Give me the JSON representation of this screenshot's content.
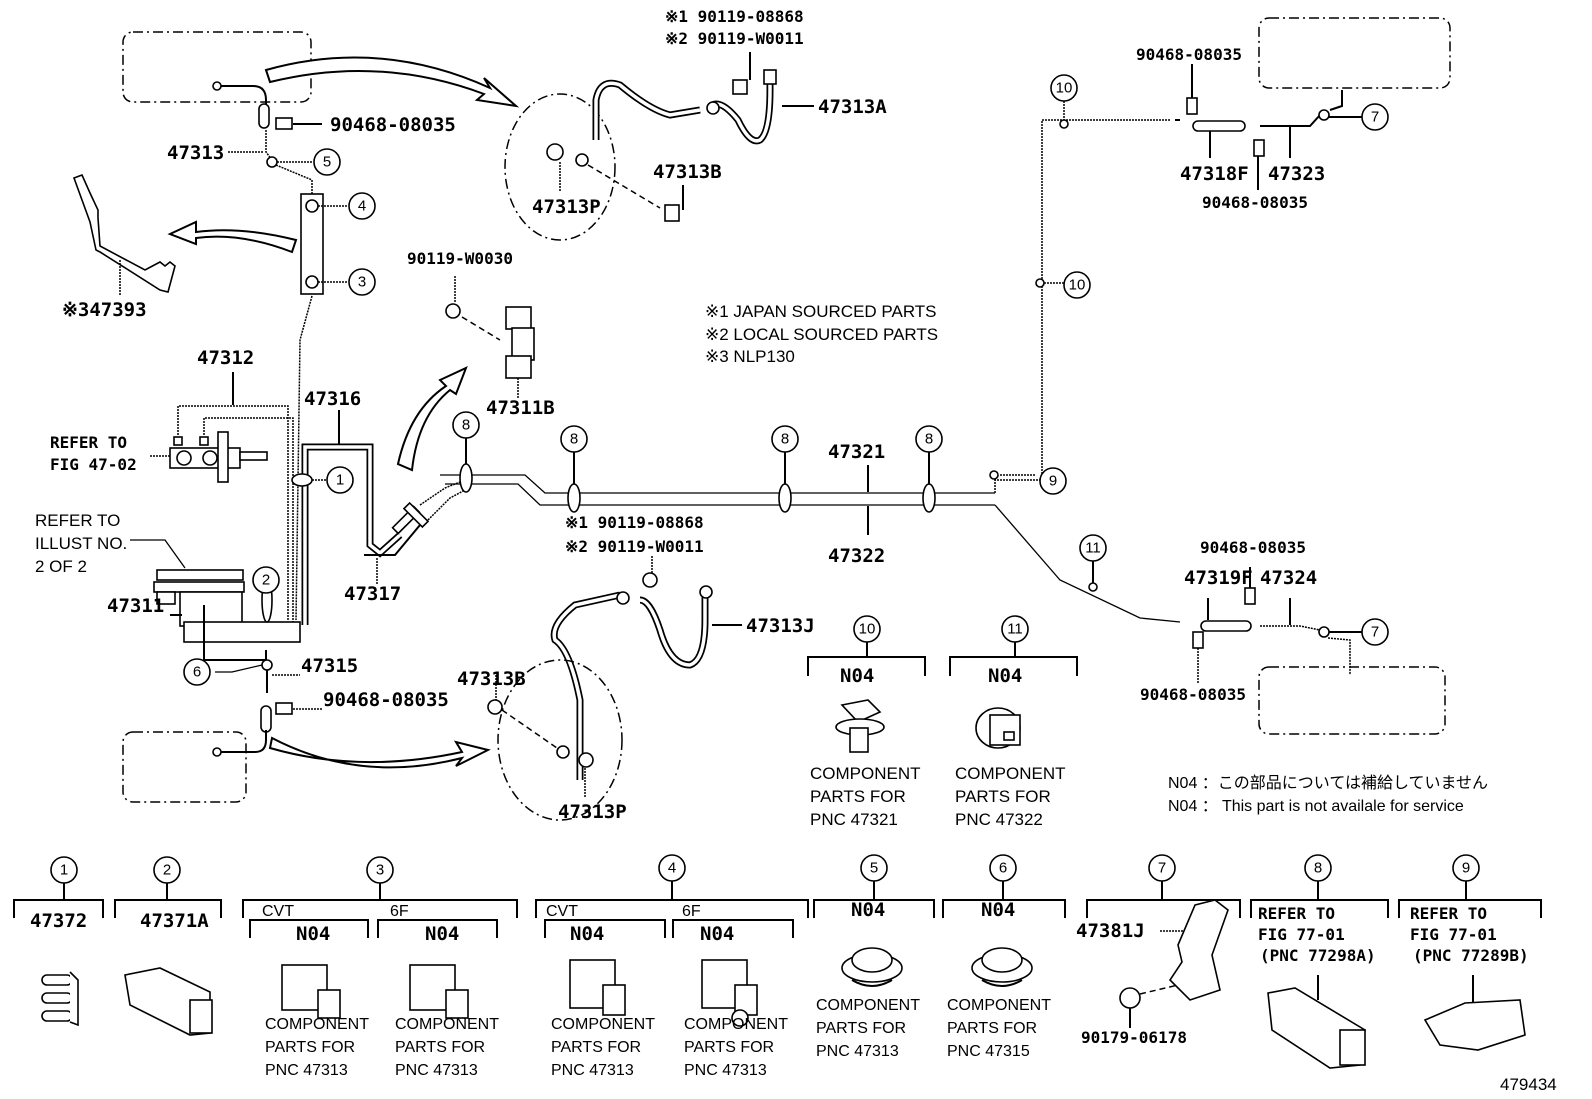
{
  "figure_id": "479434",
  "footnotes": [
    "※1 JAPAN SOURCED PARTS",
    "※2 LOCAL SOURCED PARTS",
    "※3 NLP130"
  ],
  "n04_notes": {
    "jp": "N04 ：この部品については補給していません",
    "en": "N04 ： This part is not availale for service"
  },
  "refer_notes": {
    "fig4702": [
      "REFER TO",
      "FIG 47-02"
    ],
    "illust": [
      "REFER TO",
      "ILLUST NO.",
      "2 OF 2"
    ]
  },
  "part_labels": {
    "p47313": "47313",
    "p90468_top": "90468-08035",
    "p47393": "※347393",
    "p47312": "47312",
    "p47316": "47316",
    "p47311": "47311",
    "p47317": "47317",
    "p47315": "47315",
    "p90468_bot": "90468-08035",
    "p90119_08868_top": "※1 90119-08868",
    "p90119_w0011_top": "※2 90119-W0011",
    "p47313A": "47313A",
    "p47313B_top": "47313B",
    "p47313P_top": "47313P",
    "p90119_w0030": "90119-W0030",
    "p47311B": "47311B",
    "p47321": "47321",
    "p47322": "47322",
    "p90119_08868_mid": "※1 90119-08868",
    "p90119_w0011_mid": "※2 90119-W0011",
    "p47313J": "47313J",
    "p47313B_bot": "47313B",
    "p47313P_bot": "47313P",
    "p90468_r1": "90468-08035",
    "p47318F": "47318F",
    "p47323": "47323",
    "p90468_r2": "90468-08035",
    "p90468_r3": "90468-08035",
    "p47319F": "47319F",
    "p47324": "47324",
    "p90468_r4": "90468-08035"
  },
  "callouts_diagram": [
    "5",
    "4",
    "3",
    "1",
    "2",
    "6",
    "8",
    "8",
    "8",
    "8",
    "10",
    "10",
    "9",
    "11",
    "7",
    "7"
  ],
  "mid_legend": [
    {
      "num": "10",
      "code": "N04",
      "desc": [
        "COMPONENT",
        "PARTS FOR",
        "PNC 47321"
      ]
    },
    {
      "num": "11",
      "code": "N04",
      "desc": [
        "COMPONENT",
        "PARTS FOR",
        "PNC 47322"
      ]
    }
  ],
  "legend": [
    {
      "num": "1",
      "code": "47372"
    },
    {
      "num": "2",
      "code": "47371A"
    },
    {
      "num": "3",
      "sub": [
        {
          "variant": "CVT",
          "code": "N04",
          "desc": [
            "COMPONENT",
            "PARTS FOR",
            "PNC 47313"
          ]
        },
        {
          "variant": "6F",
          "code": "N04",
          "desc": [
            "COMPONENT",
            "PARTS FOR",
            "PNC 47313"
          ]
        }
      ]
    },
    {
      "num": "4",
      "sub": [
        {
          "variant": "CVT",
          "code": "N04",
          "desc": [
            "COMPONENT",
            "PARTS FOR",
            "PNC 47313"
          ]
        },
        {
          "variant": "6F",
          "code": "N04",
          "desc": [
            "COMPONENT",
            "PARTS FOR",
            "PNC 47313"
          ]
        }
      ]
    },
    {
      "num": "5",
      "code": "N04",
      "desc": [
        "COMPONENT",
        "PARTS FOR",
        "PNC 47313"
      ]
    },
    {
      "num": "6",
      "code": "N04",
      "desc": [
        "COMPONENT",
        "PARTS FOR",
        "PNC 47315"
      ]
    },
    {
      "num": "7",
      "code": "47381J",
      "code2": "90179-06178"
    },
    {
      "num": "8",
      "refer": [
        "REFER TO",
        "FIG 77-01",
        "(PNC 77298A)"
      ]
    },
    {
      "num": "9",
      "refer": [
        "REFER TO",
        "FIG 77-01",
        "(PNC 77289B)"
      ]
    }
  ]
}
